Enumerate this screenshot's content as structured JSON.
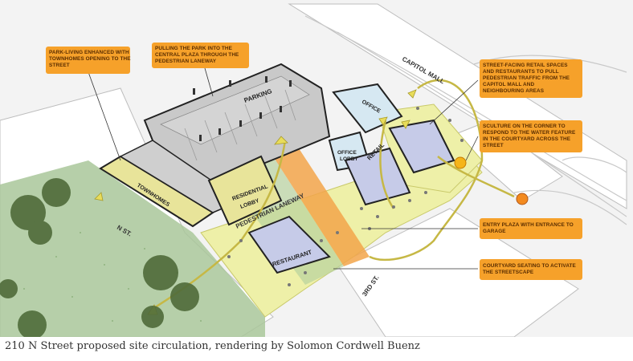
{
  "callouts": {
    "park_living": [
      "PARK-LIVING ENHANCED WITH",
      "TOWNHOMES OPENING TO THE",
      "STREET"
    ],
    "pulling_park": [
      "PULLING THE PARK INTO THE",
      "CENTRAL PLAZA THROUGH THE",
      "PEDESTRIAN LANEWAY"
    ],
    "street_retail": [
      "STREET-FACING RETAIL SPACES",
      "AND RESTAURANTS TO PULL",
      "PEDESTRIAN TRAFFIC FROM THE",
      "CAPITOL MALL AND",
      "NEIGHBOURING AREAS"
    ],
    "sculpture": [
      "SCULTURE ON THE CORNER TO",
      "RESPOND TO THE WATER FEATURE",
      "IN THE COURTYARD ACROSS THE",
      "STREET"
    ],
    "entry_plaza": [
      "ENTRY PLAZA WITH ENTRANCE TO",
      "GARAGE"
    ],
    "courtyard": [
      "COURTYARD SEATING TO ACTIVATE",
      "THE STREETSCAPE"
    ]
  },
  "buildings": {
    "parking": "PARKING",
    "office": "OFFICE",
    "office_lobby": [
      "OFFICE",
      "LOBBY"
    ],
    "retail": "RETAIL",
    "townhomes": "TOWNHOMES",
    "residential_lobby": [
      "RESIDENTIAL",
      "LOBBY"
    ],
    "restaurant": "RESTAURANT"
  },
  "streets": {
    "capitol_mall": "CAPITOL MALL",
    "n_st": "N ST.",
    "third_st": "3RD ST.",
    "laneway": "PEDESTRIAN LANEWAY"
  },
  "caption": "210 N Street proposed site circulation, rendering by Solomon Cordwell Buenz",
  "colors": {
    "callout_box": "#f6a12a",
    "building_grey": "#c9c9c9",
    "retail_blue": "#c6cbe8",
    "office_blue": "#d6e8f2",
    "residential_yellow": "#e8e49a",
    "plaza_yellow": "#eef0a8",
    "laneway_orange": "#f2a54a",
    "park_green": "#a9c79a",
    "tree_green": "#4f6b3a"
  }
}
